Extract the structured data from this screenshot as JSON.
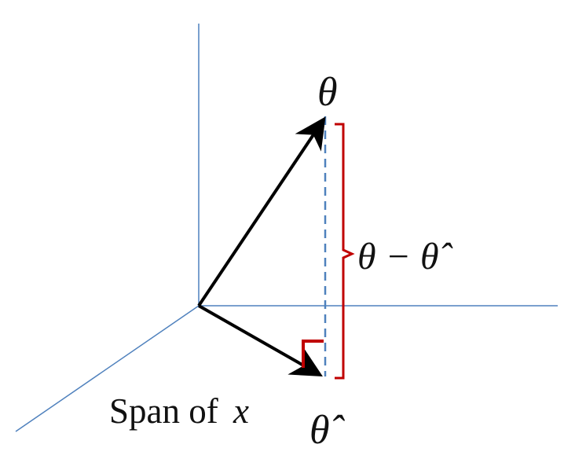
{
  "labels": {
    "theta": "θ",
    "theta_hat": "θ̂",
    "theta_minus": "θ",
    "minus": "−",
    "theta_hat_diff": "θ̂",
    "span_text": "Span of",
    "span_var": "x"
  },
  "colors": {
    "axis": "#4f81bd",
    "vector": "#000000",
    "bracket": "#c00000",
    "dashed": "#4f81bd"
  }
}
